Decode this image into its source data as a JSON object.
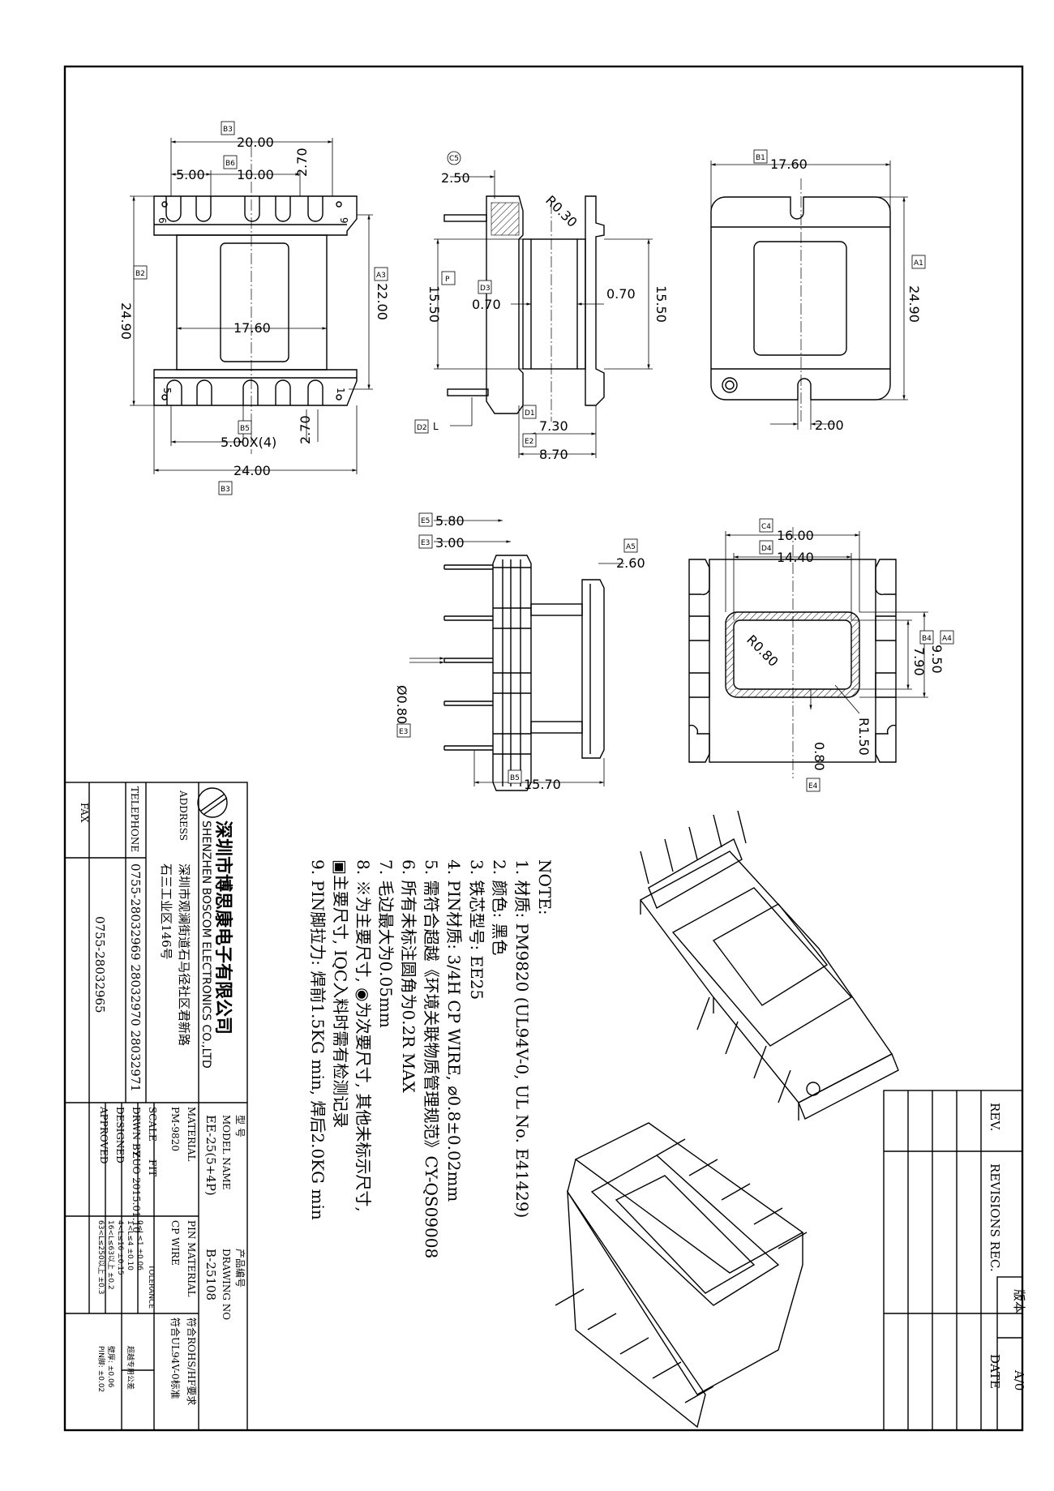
{
  "dims": {
    "d_20_00": "20.00",
    "d_5_00": "5.00",
    "d_10_00": "10.00",
    "d_2_70a": "2.70",
    "d_24_90a": "24.90",
    "d_22_00": "22.00",
    "d_17_60a": "17.60",
    "d_5_00x4": "5.00X(4)",
    "d_2_70b": "2.70",
    "d_24_00": "24.00",
    "d_2_50": "2.50",
    "d_r0_30": "R0.30",
    "d_15_50a": "15.50",
    "d_0_70a": "0.70",
    "d_0_70b": "0.70",
    "d_15_50b": "15.50",
    "d_7_30": "7.30",
    "d_8_70": "8.70",
    "d_L": "L",
    "d_17_60b": "17.60",
    "d_24_90b": "24.90",
    "d_2_00": "2.00",
    "d_5_80": "5.80",
    "d_3_00": "3.00",
    "d_2_60": "2.60",
    "d_0_80a": "Ø0.80",
    "d_15_70": "15.70",
    "d_16_00": "16.00",
    "d_14_40": "14.40",
    "d_7_90": "7.90",
    "d_9_50": "9.50",
    "d_r0_80": "R0.80",
    "d_r1_50": "R1.50",
    "d_0_80b": "0.80"
  },
  "tags": {
    "b3": "B3",
    "b6": "B6",
    "b2": "B2",
    "a3": "A3",
    "b5": "B5",
    "b1": "B1",
    "a1": "A1",
    "d1": "D1",
    "d2": "D2",
    "d3": "D3",
    "e2": "E2",
    "e3": "E3",
    "a5": "A5",
    "b4": "B4",
    "a4": "A4",
    "c4": "C4",
    "d4": "D4",
    "e4": "E4",
    "e5": "E5",
    "c5": "C5",
    "n1": "1",
    "n5": "5",
    "n6": "6",
    "n9": "9",
    "p": "P"
  },
  "notes": {
    "heading": "NOTE:",
    "items": [
      "1. 材质: PM9820 (UL94V-0, UL No. E41429)",
      "2. 颜色: 黑色",
      "3. 铁芯型号: EE25",
      "4. PIN材质: 3/4H CP WIRE, ⌀0.8±0.02mm",
      "5. 需符合超越《环境关联物质管理规范》CY-QS09008",
      "6. 所有未标注圆角为0.2R MAX",
      "7. 毛边最大为0.05mm",
      "8. ※为主要尺寸, ◉为次要尺寸, 其他未标示尺寸,",
      "   ▣主要尺寸, IQC入料时需有检测记录",
      "9. PIN脚拉力: 焊前1.5KG min, 焊后2.0KG min"
    ]
  },
  "title_block": {
    "company_cn": "深圳市博思康电子有限公司",
    "company_en": "SHENZHEN BOSCOM ELECTRONICS CO.,LTD",
    "address_label": "ADDRESS",
    "address_1": "深圳市观澜街道石马径社区君新路",
    "address_2": "石三工业区146号",
    "telephone_label": "TELEPHONE",
    "telephone": "0755-28032969 28032970 28032971",
    "fax_label": "FAX",
    "fax": "0755-28032965",
    "model_label_cn": "型 号",
    "model_label_en": "MODEL NAME",
    "model": "EE-25(5+4P)",
    "drawing_label_cn": "产品编号",
    "drawing_label_en": "DRAWING NO",
    "drawing_no": "B-25108",
    "material_label": "MATERIAL",
    "material": "PM-9820",
    "pin_material_label": "PIN MATERIAL",
    "pin_material": "CP WIRE",
    "rohs": "符合ROHS/HF要求",
    "ul": "符合UL94V-0标准",
    "scale_label": "SCALE",
    "scale": "FIT",
    "drawn_label": "DRWN BY",
    "drawn": "ZUO 2015.01.10",
    "designed_label": "DESIGNED",
    "approved_label": "APPROVED",
    "tolerance_label": "TOLERANCE",
    "tolerances": [
      "0<L≤1  ±0.06",
      "1<L≤4  ±0.10",
      "4<L≤16  ±0.15",
      "16<L≤63以上  ±0.2",
      "63<L≤250以上  ±0.3"
    ],
    "special_tol": [
      "超越专用公差",
      "壁厚: ±0.06",
      "PIN脚: ±0.02"
    ]
  },
  "revision_block": {
    "rev_label": "REV.",
    "rev_records_label": "REVISIONS REC.",
    "date_label": "DATE",
    "version_label": "版本",
    "version": "A/0"
  }
}
